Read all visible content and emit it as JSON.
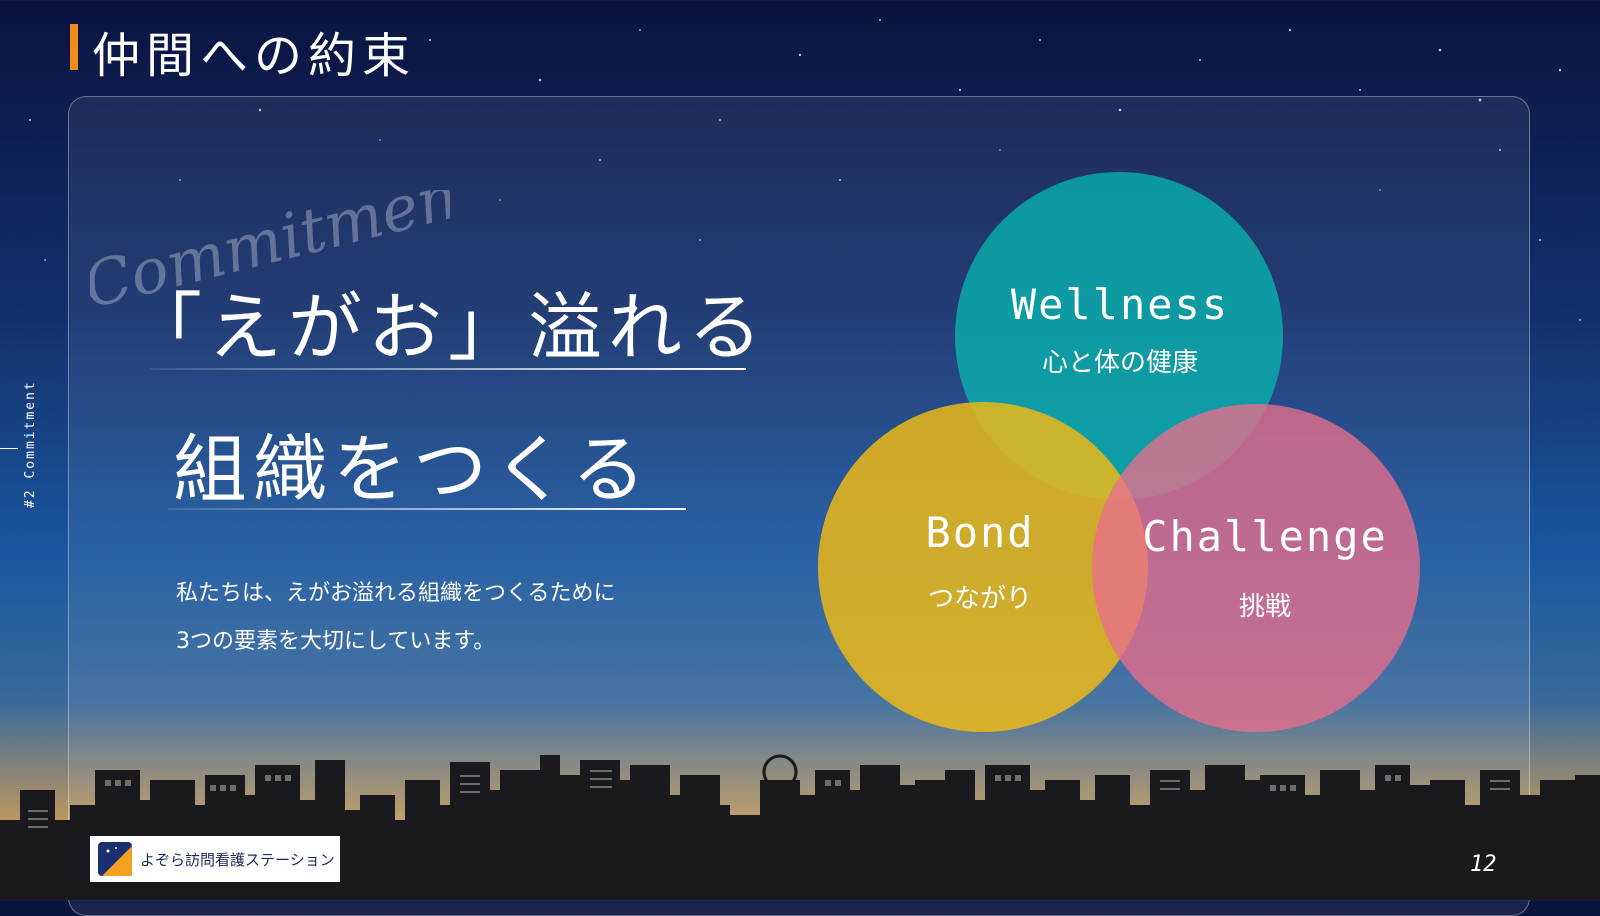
{
  "header": {
    "title": "仲間への約束",
    "accent_color": "#f28c1c"
  },
  "side_label": "#2 Commitment",
  "decor_script": "Commitment",
  "main": {
    "heading_line1": "「えがお」溢れる",
    "heading_line2": "組織をつくる",
    "description_line1": "私たちは、えがお溢れる組織をつくるために",
    "description_line2": "3つの要素を大切にしています。"
  },
  "venn": {
    "circles": [
      {
        "en": "Wellness",
        "jp": "心と体の健康",
        "color": "#0aaaaa"
      },
      {
        "en": "Bond",
        "jp": "つながり",
        "color": "#ecb818"
      },
      {
        "en": "Challenge",
        "jp": "挑戦",
        "color": "#e86e8c"
      }
    ]
  },
  "footer": {
    "logo_text": "よぞら訪問看護ステーション",
    "page_number": "12"
  }
}
